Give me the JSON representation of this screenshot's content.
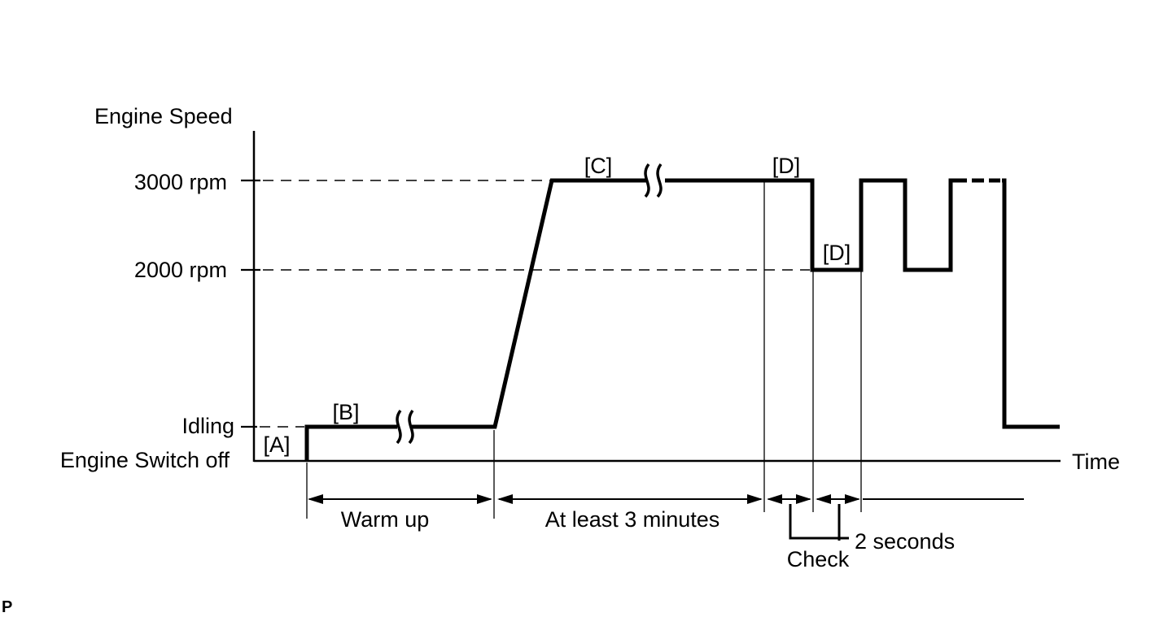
{
  "page": {
    "background": "#ffffff",
    "ink": "#000000",
    "page_marker": "P"
  },
  "axes": {
    "y_axis_title": "Engine Speed",
    "x_axis_title": "Time"
  },
  "y_labels": {
    "rpm_3000": "3000 rpm",
    "rpm_2000": "2000 rpm",
    "idling": "Idling",
    "switch_off": "Engine Switch off"
  },
  "trace_labels": {
    "a": "[A]",
    "b": "[B]",
    "c": "[C]",
    "d_top": "[D]",
    "d_mid": "[D]"
  },
  "annotations": {
    "warm_up": "Warm up",
    "at_least_3_minutes": "At least 3 minutes",
    "two_seconds": "2 seconds",
    "check": "Check"
  },
  "values": {
    "high_rpm": 3000,
    "mid_rpm": 2000,
    "check_interval_seconds": 2,
    "hold_minutes_minimum": 3
  }
}
